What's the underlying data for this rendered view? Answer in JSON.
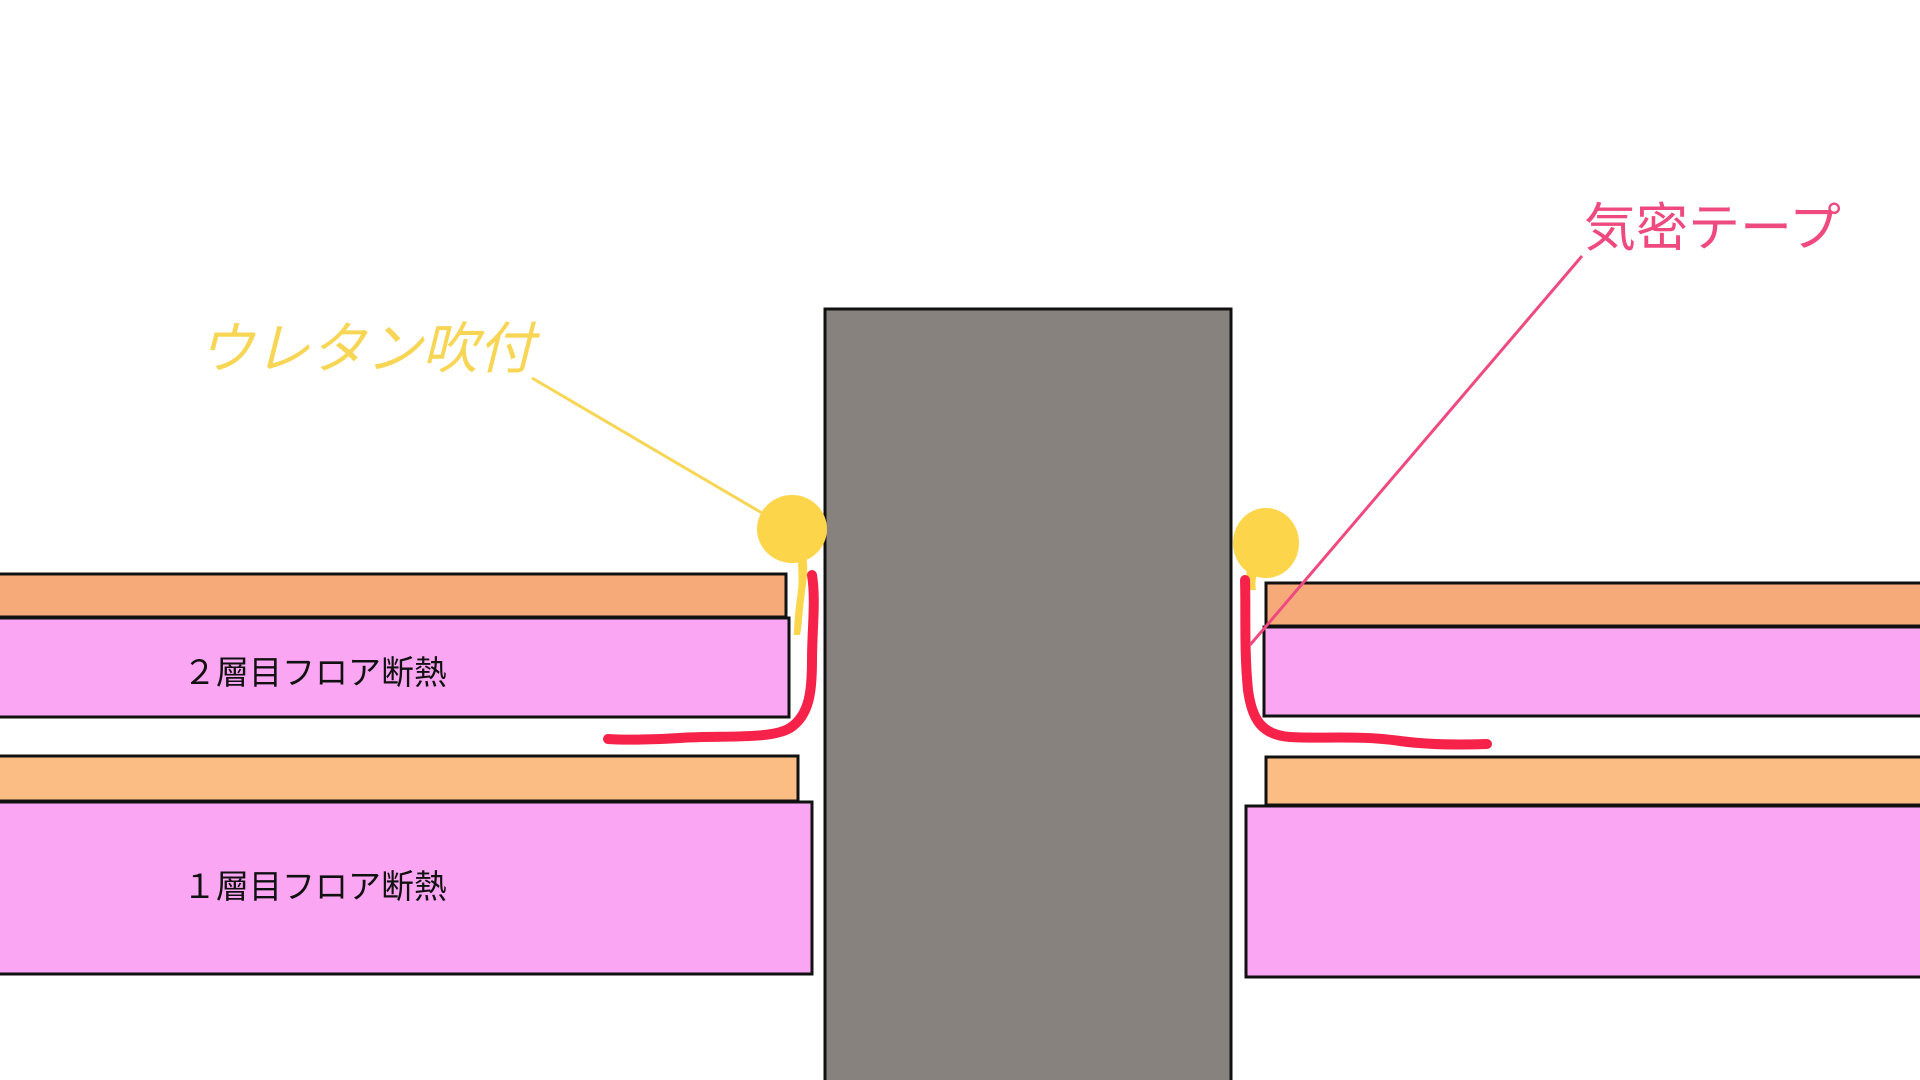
{
  "diagram": {
    "layers": {
      "floor2_label": "２層目フロア断熱",
      "floor1_label": "１層目フロア断熱"
    },
    "callouts": {
      "urethane": "ウレタン吹付",
      "airtight_tape": "気密テープ"
    },
    "colors": {
      "column": "#87827d",
      "board_upper": "#f6aa7a",
      "board_lower": "#fbbd84",
      "insulation": "#fba6f3",
      "urethane": "#fcd54a",
      "urethane_text": "#f8d655",
      "tape": "#f6224a",
      "tape_text": "#ef4a80",
      "outline": "#111111"
    }
  }
}
